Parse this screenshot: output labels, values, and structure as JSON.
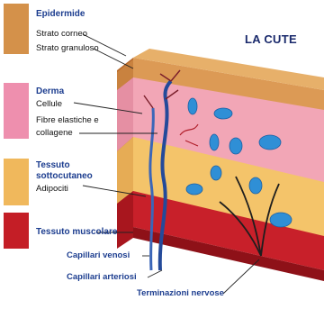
{
  "title": "LA CUTE",
  "layers": {
    "epidermide": {
      "heading": "Epidermide",
      "items": [
        "Strato corneo",
        "Strato granuloso"
      ]
    },
    "derma": {
      "heading": "Derma",
      "items": [
        "Cellule",
        "Fibre elastiche e",
        "collagene"
      ]
    },
    "sottocutaneo": {
      "heading_line1": "Tessuto",
      "heading_line2": "sottocutaneo",
      "items": [
        "Adipociti"
      ]
    },
    "muscolare": {
      "heading": "Tessuto muscolare"
    }
  },
  "bottom_labels": [
    "Capillari venosi",
    "Capillari arteriosi",
    "Terminazioni nervose"
  ],
  "colors": {
    "epidermis": "#d9964f",
    "dermis": "#f2a6b6",
    "subcutaneous": "#f4c46a",
    "muscle": "#c8202a",
    "cell": "#2f8fd6",
    "heading": "#1c3d8f"
  }
}
